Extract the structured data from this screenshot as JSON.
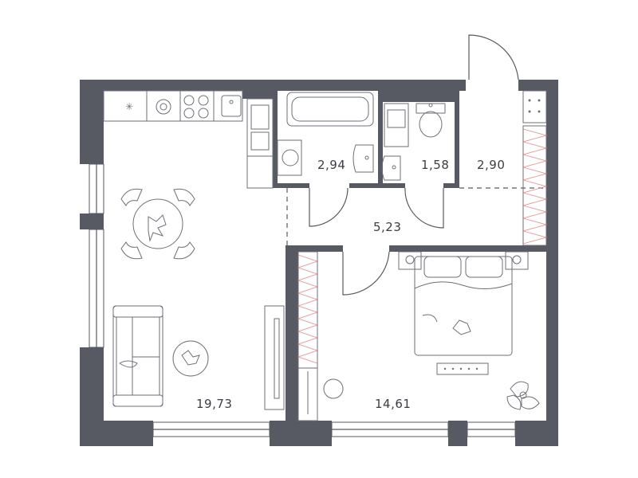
{
  "rooms": {
    "living": {
      "area": "19,73"
    },
    "bath": {
      "area": "2,94"
    },
    "wc": {
      "area": "1,58"
    },
    "hall": {
      "area": "5,23"
    },
    "entry": {
      "area": "2,90"
    },
    "bedroom": {
      "area": "14,61"
    }
  },
  "colors": {
    "wall": "#575a63",
    "accent": "#e08a8a"
  }
}
